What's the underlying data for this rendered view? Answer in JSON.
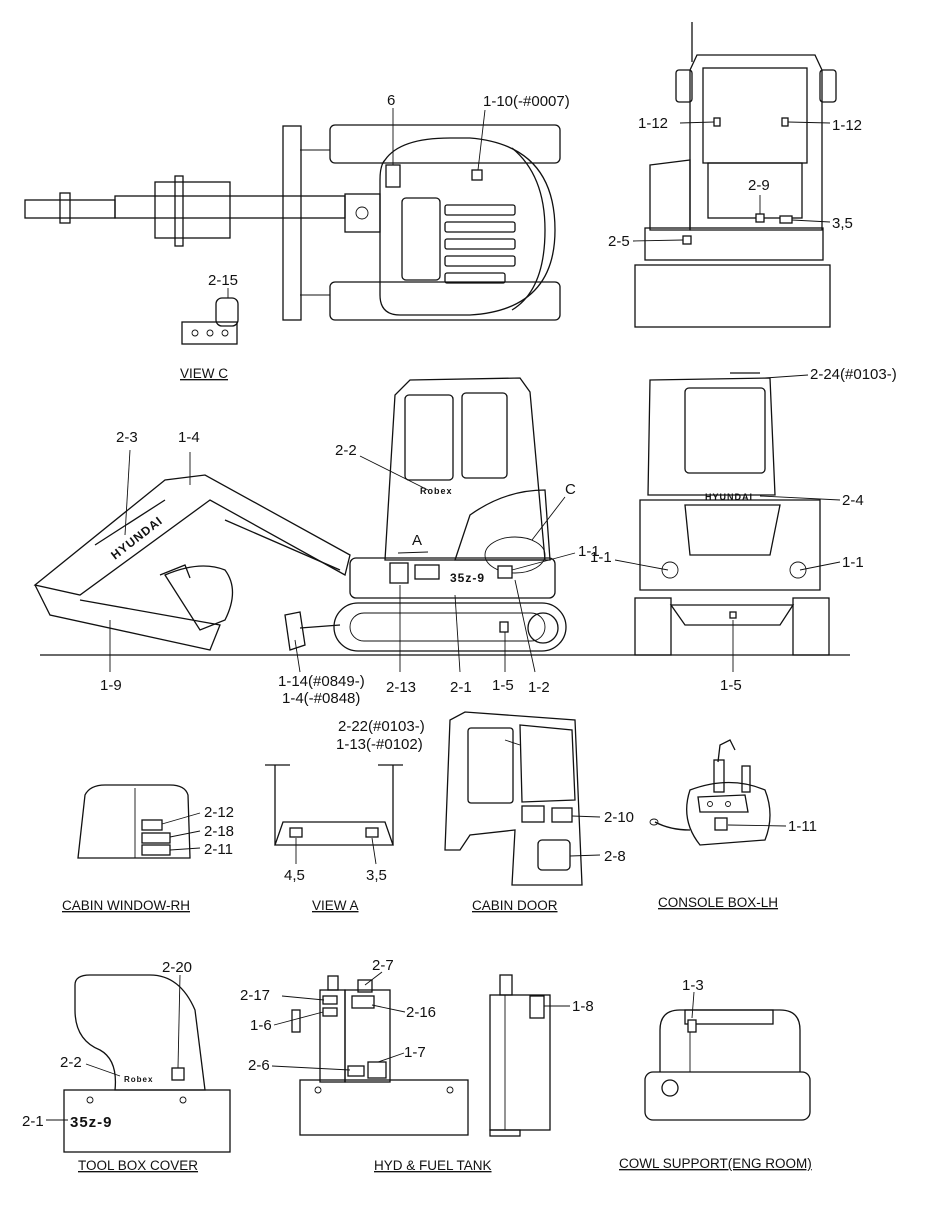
{
  "captions": {
    "view_c": "VIEW C",
    "view_a": "VIEW A",
    "cabin_window_rh": "CABIN WINDOW-RH",
    "cabin_door": "CABIN DOOR",
    "console_box_lh": "CONSOLE BOX-LH",
    "tool_box_cover": "TOOL BOX COVER",
    "hyd_fuel_tank": "HYD & FUEL TANK",
    "cowl_support": "COWL SUPPORT(ENG ROOM)"
  },
  "brand": {
    "hyundai": "HYUNDAI",
    "model": "35z-9",
    "robex": "Robex"
  },
  "callouts": {
    "c_6": "6",
    "c_1_10": "1-10(-#0007)",
    "c_2_15": "2-15",
    "c_1_12_left": "1-12",
    "c_1_12_right": "1-12",
    "c_2_9": "2-9",
    "c_3_5_rear": "3,5",
    "c_2_5": "2-5",
    "c_2_24": "2-24(#0103-)",
    "c_2_3": "2-3",
    "c_1_4_top": "1-4",
    "c_2_2_side": "2-2",
    "c_C": "C",
    "c_A": "A",
    "c_1_1_side": "1-1",
    "c_1_9": "1-9",
    "c_1_14": "1-14(#0849-)",
    "c_1_4_low": "1-4(-#0848)",
    "c_2_13": "2-13",
    "c_2_1_side": "2-1",
    "c_1_5_side": "1-5",
    "c_1_2": "1-2",
    "c_2_4": "2-4",
    "c_1_1_rear_left": "1-1",
    "c_1_1_rear_right": "1-1",
    "c_1_5_rear": "1-5",
    "c_2_22": "2-22(#0103-)",
    "c_1_13": "1-13(-#0102)",
    "c_2_12": "2-12",
    "c_2_18": "2-18",
    "c_2_11": "2-11",
    "c_4_5": "4,5",
    "c_3_5_viewa": "3,5",
    "c_2_10": "2-10",
    "c_2_8": "2-8",
    "c_1_11": "1-11",
    "c_2_20": "2-20",
    "c_2_2_toolbox": "2-2",
    "c_2_1_toolbox": "2-1",
    "c_2_7": "2-7",
    "c_2_17": "2-17",
    "c_2_16": "2-16",
    "c_1_6": "1-6",
    "c_1_7": "1-7",
    "c_2_6": "2-6",
    "c_1_8": "1-8",
    "c_1_3": "1-3"
  }
}
